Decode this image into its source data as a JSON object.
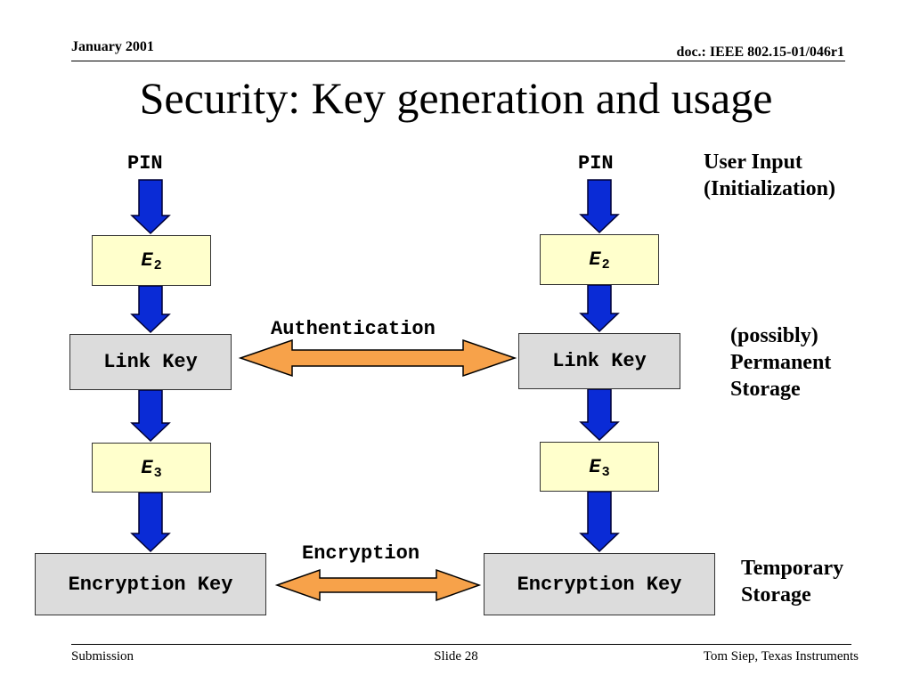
{
  "header": {
    "date": "January 2001",
    "doc_id": "doc.: IEEE 802.15-01/046r1"
  },
  "title": "Security: Key generation and usage",
  "left_column": {
    "input": "PIN",
    "e2": {
      "letter": "E",
      "subscript": "2"
    },
    "link_key": "Link Key",
    "e3": {
      "letter": "E",
      "subscript": "3"
    },
    "encryption_key": "Encryption Key"
  },
  "right_column": {
    "input": "PIN",
    "e2": {
      "letter": "E",
      "subscript": "2"
    },
    "link_key": "Link Key",
    "e3": {
      "letter": "E",
      "subscript": "3"
    },
    "encryption_key": "Encryption Key"
  },
  "connections": {
    "authentication": "Authentication",
    "encryption": "Encryption"
  },
  "side_labels": {
    "user_input": [
      "User Input",
      "(Initialization)"
    ],
    "permanent": [
      "(possibly)",
      "Permanent",
      "Storage"
    ],
    "temporary": [
      "Temporary",
      "Storage"
    ]
  },
  "colors": {
    "down_arrow_fill": "#0a2bd6",
    "down_arrow_stroke": "#000033",
    "double_arrow_fill": "#f7a24a",
    "double_arrow_stroke": "#000000",
    "function_box_fill": "#ffffcc",
    "key_box_fill": "#dcdcdc"
  },
  "footer": {
    "left": "Submission",
    "center": "Slide 28",
    "right": "Tom Siep, Texas Instruments"
  }
}
